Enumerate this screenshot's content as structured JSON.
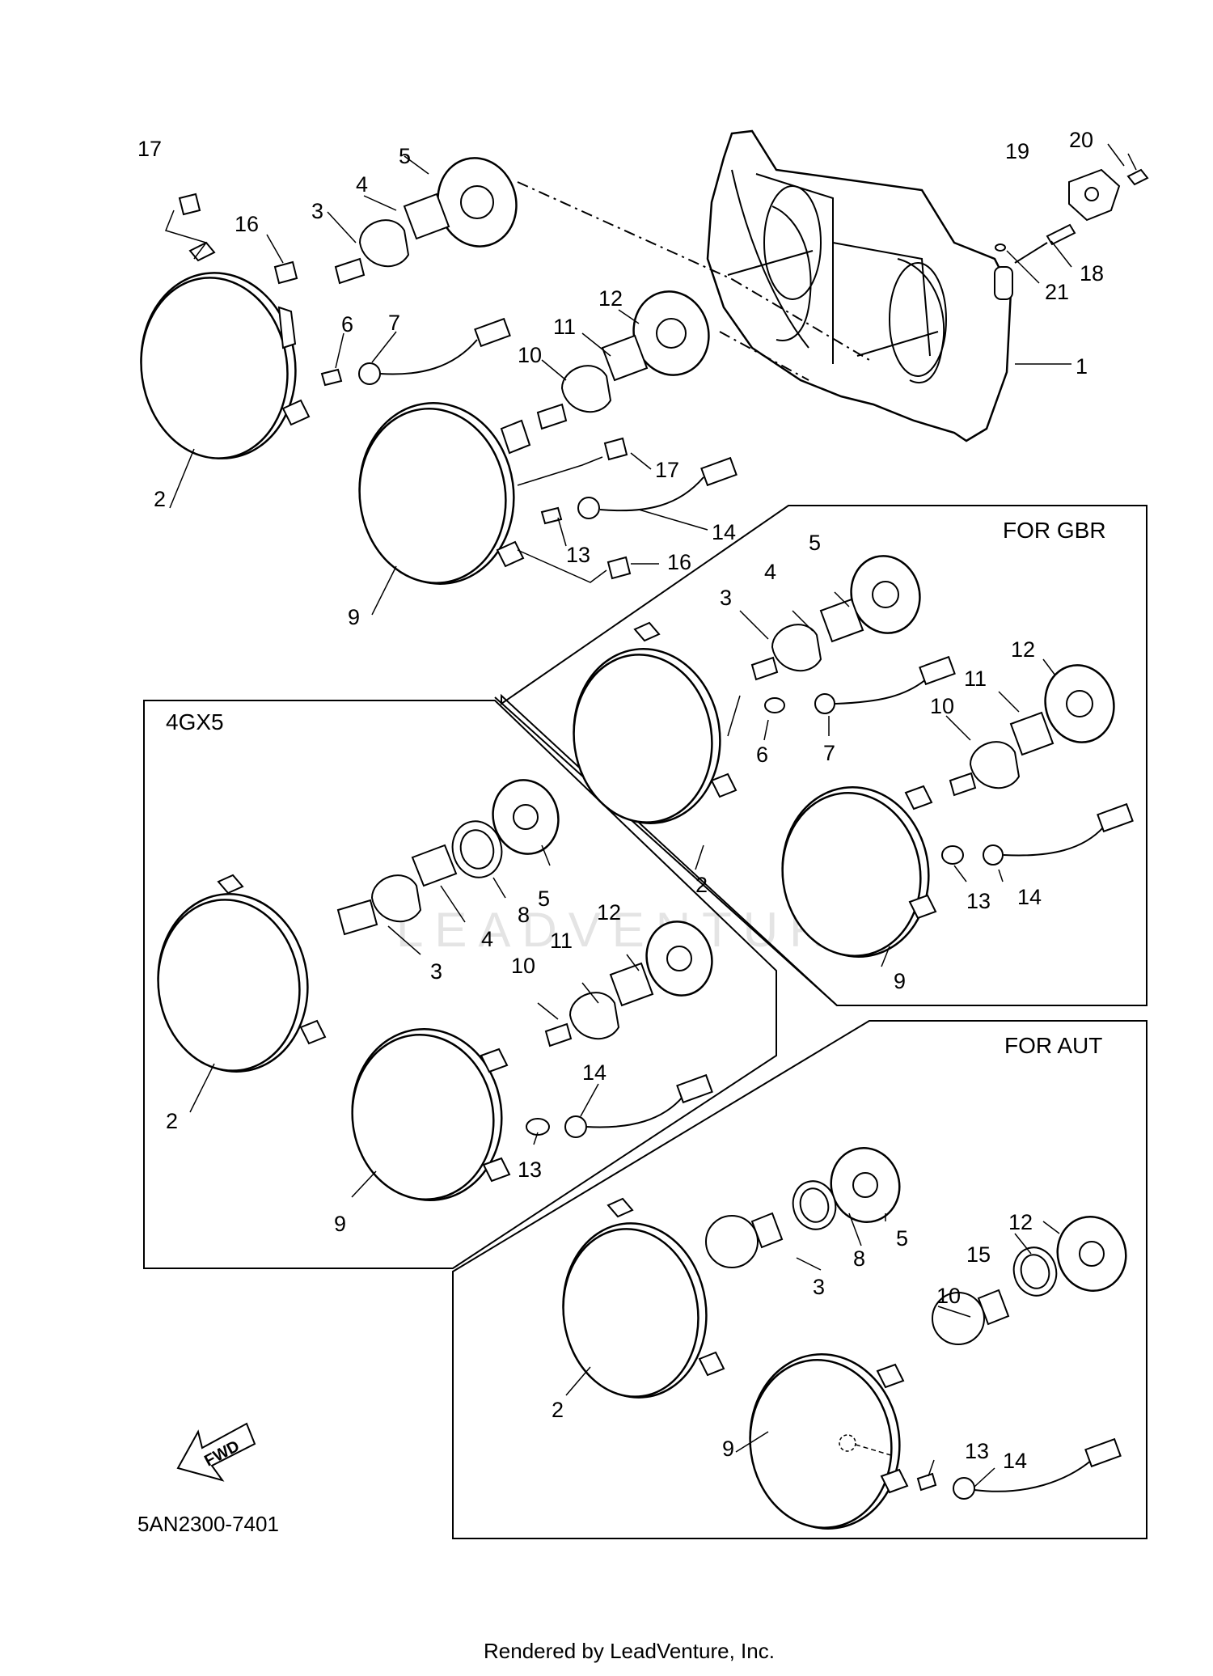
{
  "sections": {
    "gbr": "FOR GBR",
    "gx5": "4GX5",
    "aut": "FOR AUT"
  },
  "fwd_label": "FWD",
  "diagram_code": "5AN2300-7401",
  "footer": "Rendered by LeadVenture, Inc.",
  "watermark": "LEADVENTURE",
  "callouts": {
    "main": {
      "p1": "1",
      "p2": "2",
      "p3": "3",
      "p4": "4",
      "p5": "5",
      "p6": "6",
      "p7": "7",
      "p9": "9",
      "p10": "10",
      "p11": "11",
      "p12": "12",
      "p13": "13",
      "p14": "14",
      "p16a": "16",
      "p16b": "16",
      "p17a": "17",
      "p17b": "17",
      "p18": "18",
      "p19": "19",
      "p20": "20",
      "p21": "21"
    },
    "gbr": {
      "p2": "2",
      "p3": "3",
      "p4": "4",
      "p5": "5",
      "p6": "6",
      "p7": "7",
      "p9": "9",
      "p10": "10",
      "p11": "11",
      "p12": "12",
      "p13": "13",
      "p14": "14"
    },
    "gx5": {
      "p2": "2",
      "p3": "3",
      "p4": "4",
      "p5": "5",
      "p8": "8",
      "p9": "9",
      "p10": "10",
      "p11": "11",
      "p12": "12",
      "p13": "13",
      "p14": "14"
    },
    "aut": {
      "p2": "2",
      "p3": "3",
      "p5": "5",
      "p8": "8",
      "p9": "9",
      "p10": "10",
      "p12": "12",
      "p13": "13",
      "p14": "14",
      "p15": "15"
    }
  }
}
